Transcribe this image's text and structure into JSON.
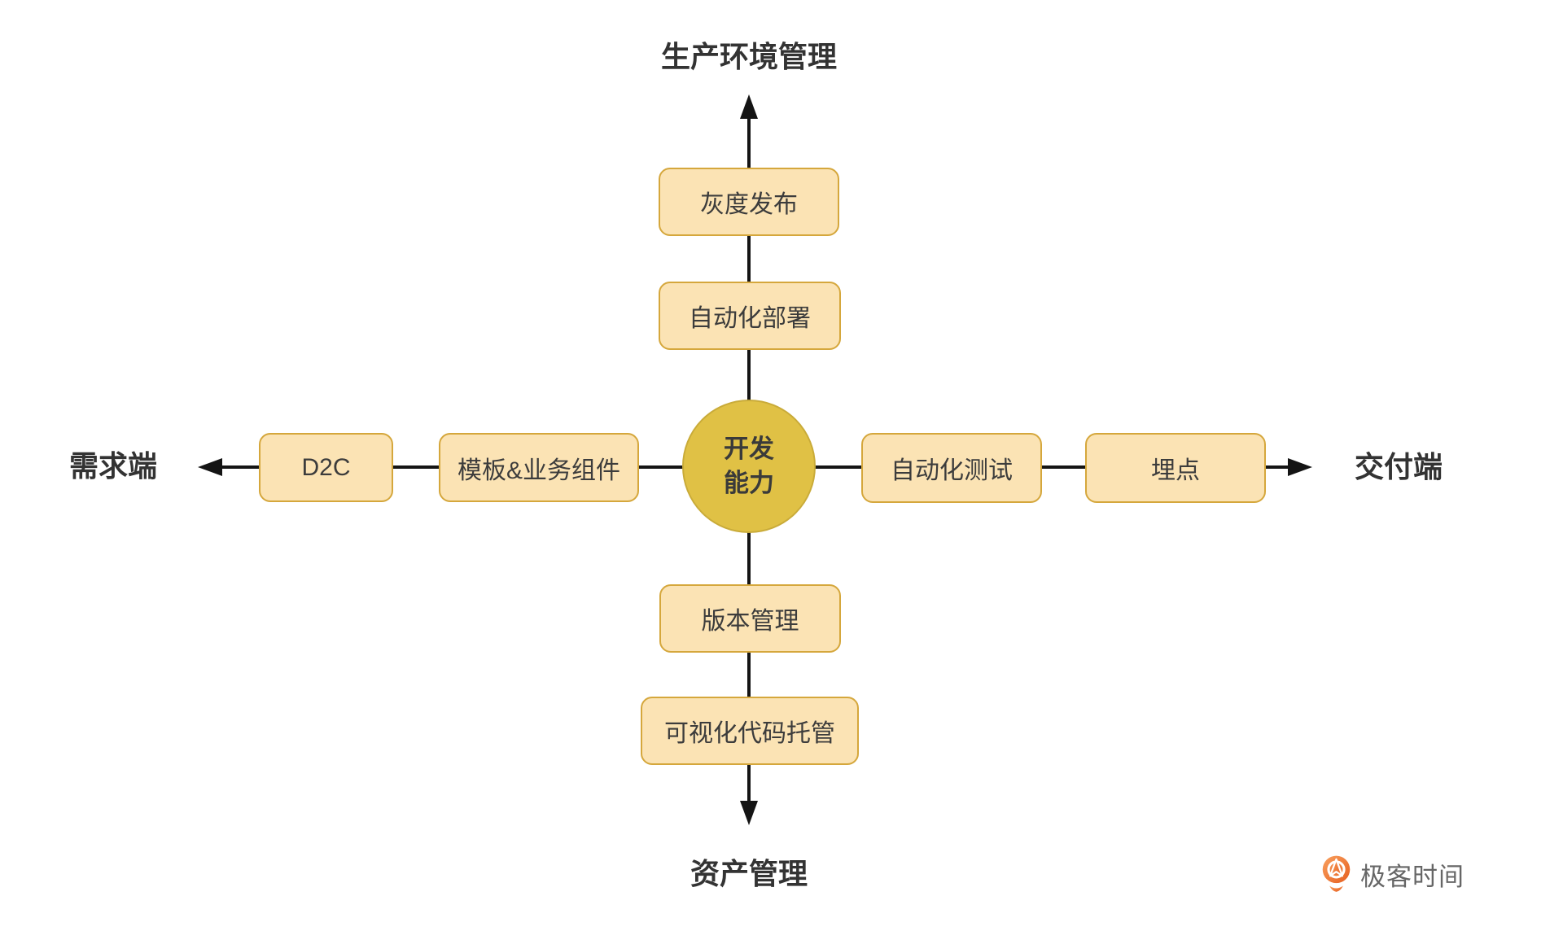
{
  "palette": {
    "node_fill": "#FBE3B4",
    "node_border": "#D5A73C",
    "center_fill": "#E0C145",
    "center_border": "#C9AB39",
    "line_color": "#141414",
    "node_text": "#3C3C3C",
    "axis_label_color": "#333333",
    "logo_orange": "#ED7230",
    "logo_text_color": "#666666"
  },
  "diagram": {
    "center_node": {
      "lines": [
        "开发",
        "能力"
      ]
    },
    "axis_labels": {
      "top": "生产环境管理",
      "bottom": "资产管理",
      "left": "需求端",
      "right": "交付端"
    },
    "branches": {
      "top": [
        "灰度发布",
        "自动化部署"
      ],
      "left": [
        "D2C",
        "模板&业务组件"
      ],
      "right": [
        "自动化测试",
        "埋点"
      ],
      "bottom": [
        "版本管理",
        "可视化代码托管"
      ]
    }
  },
  "branding": {
    "logo_text": "极客时间"
  }
}
